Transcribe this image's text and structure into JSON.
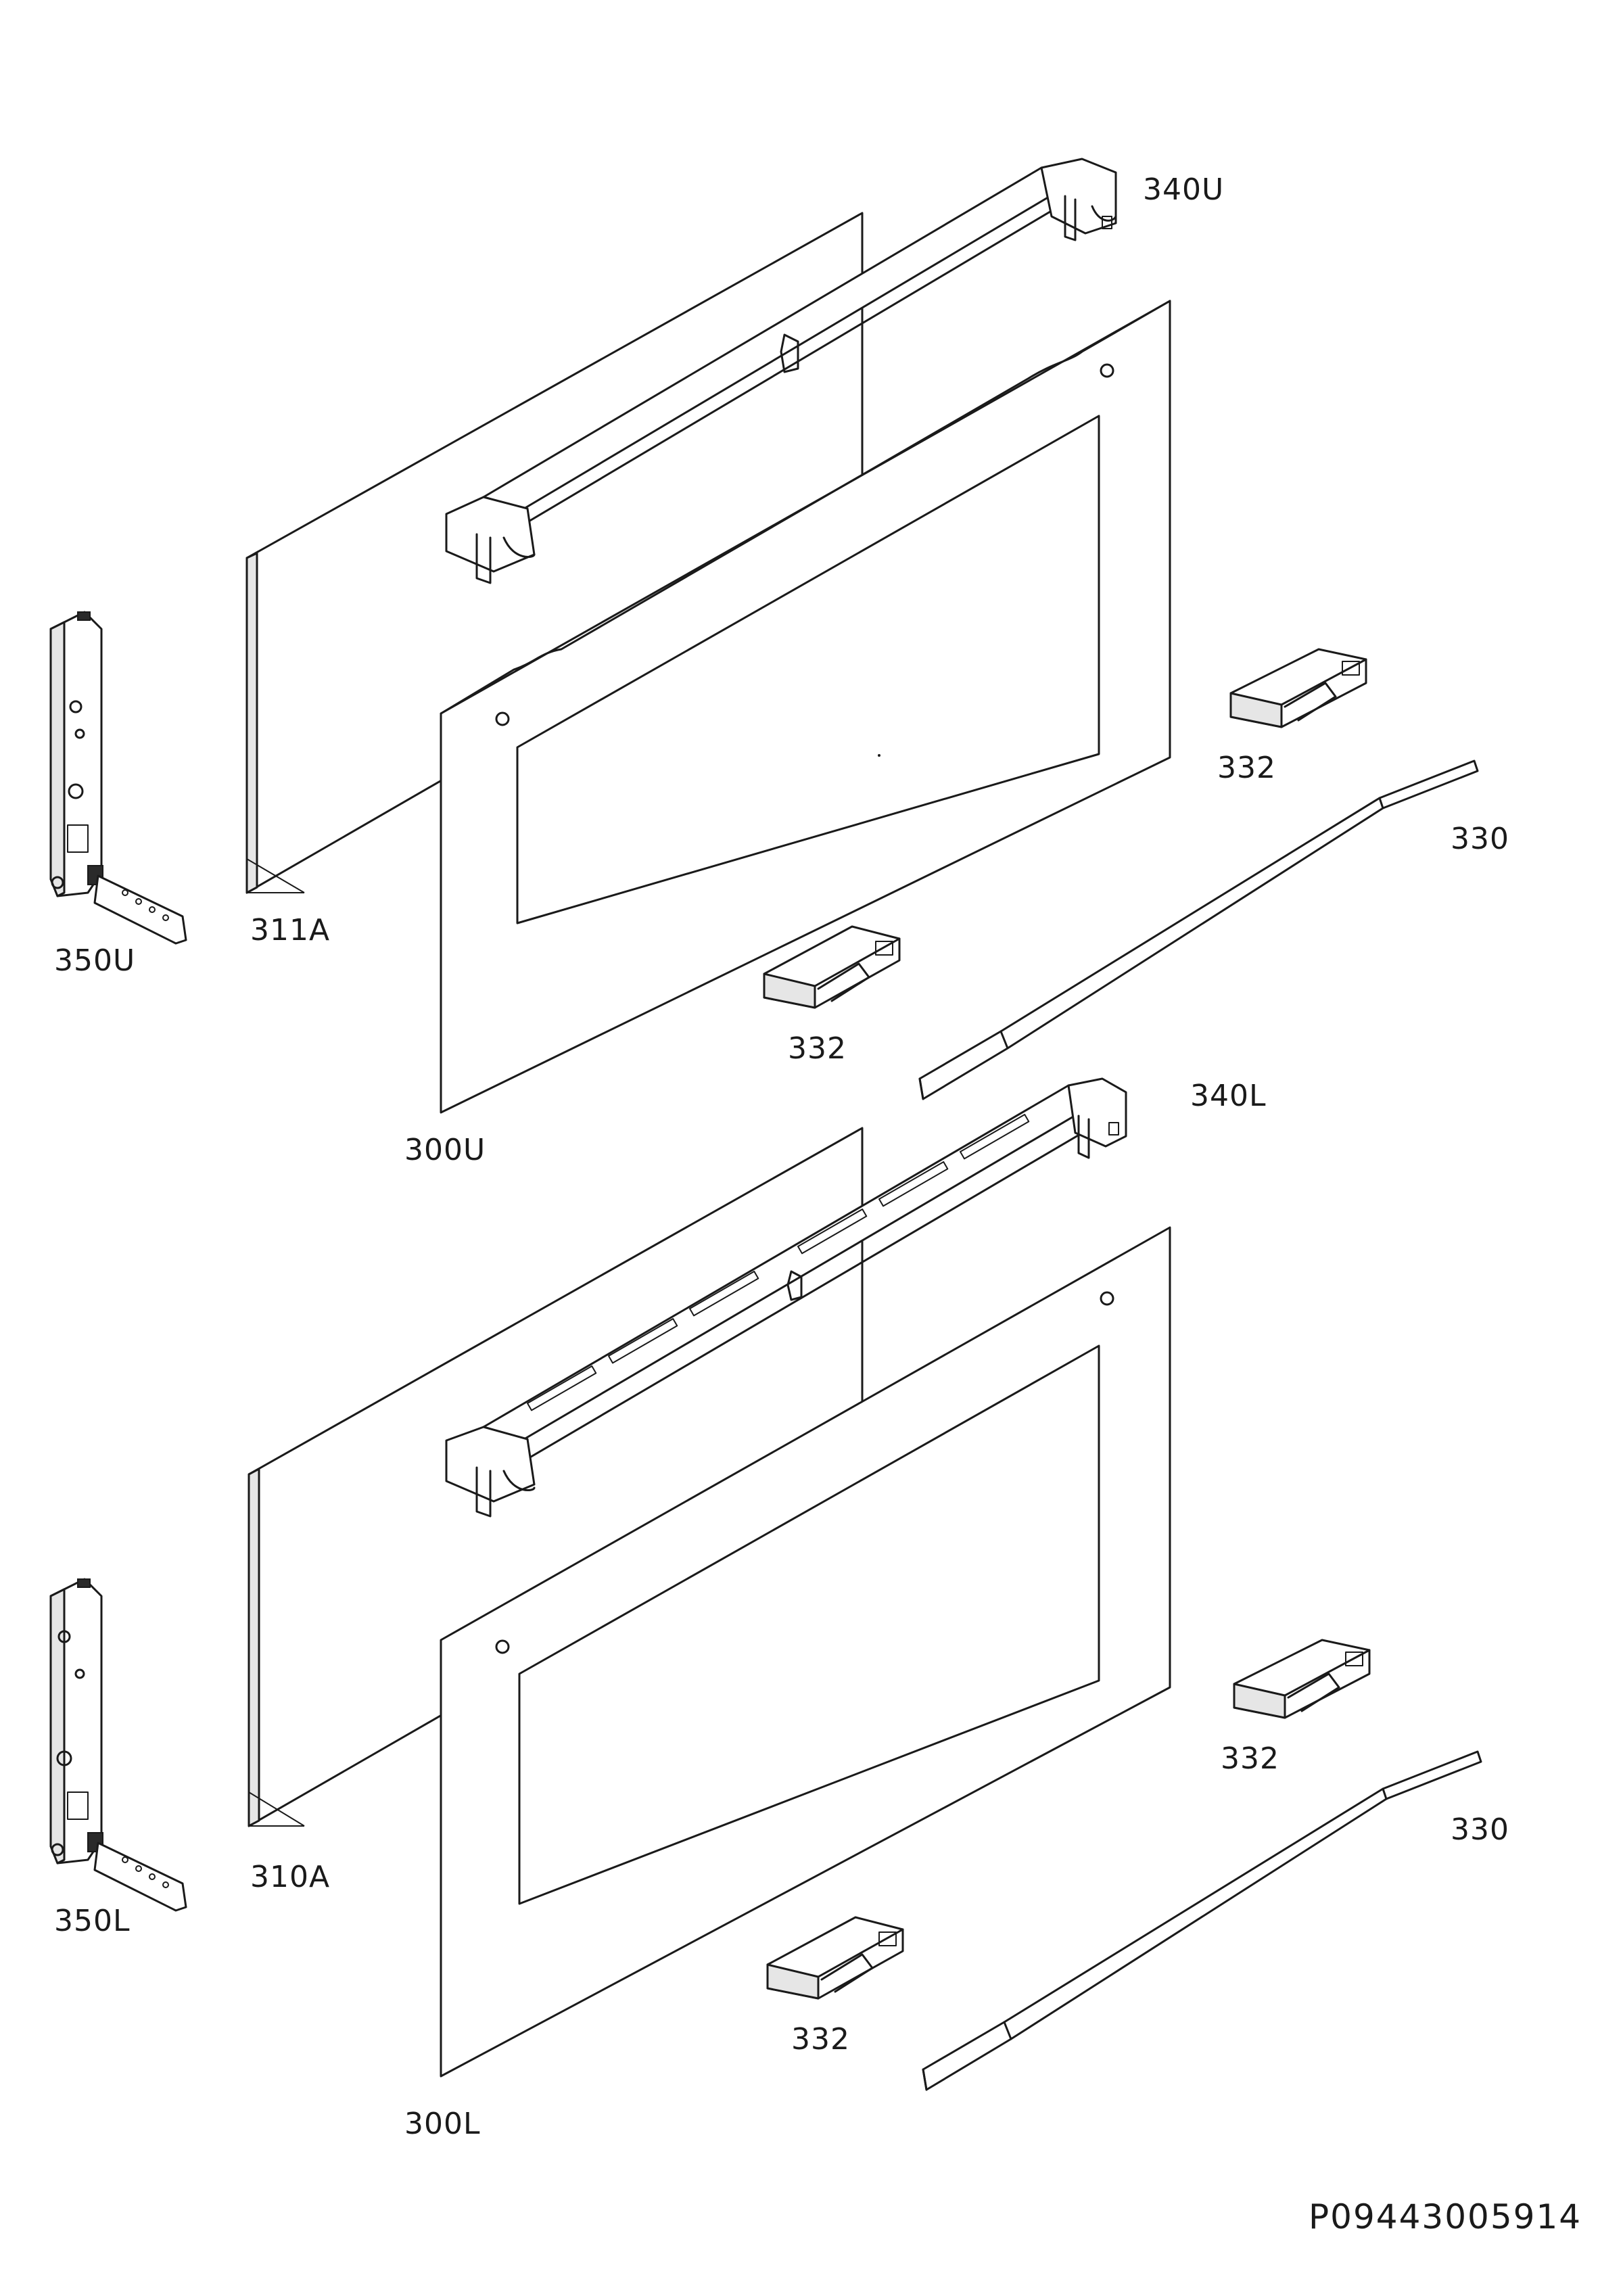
{
  "labels": {
    "upper_trim_340U": "340U",
    "inner_glass_311A": "311A",
    "hinge_350U": "350U",
    "door_glass_300U": "300U",
    "clip_332_upper_right": "332",
    "strip_330_upper": "330",
    "clip_332_upper_left": "332",
    "lower_trim_340L": "340L",
    "inner_glass_310A": "310A",
    "hinge_350L": "350L",
    "door_glass_300L": "300L",
    "clip_332_lower_right": "332",
    "strip_330_lower": "330",
    "clip_332_lower_left": "332"
  },
  "document_code": "P09443005914"
}
